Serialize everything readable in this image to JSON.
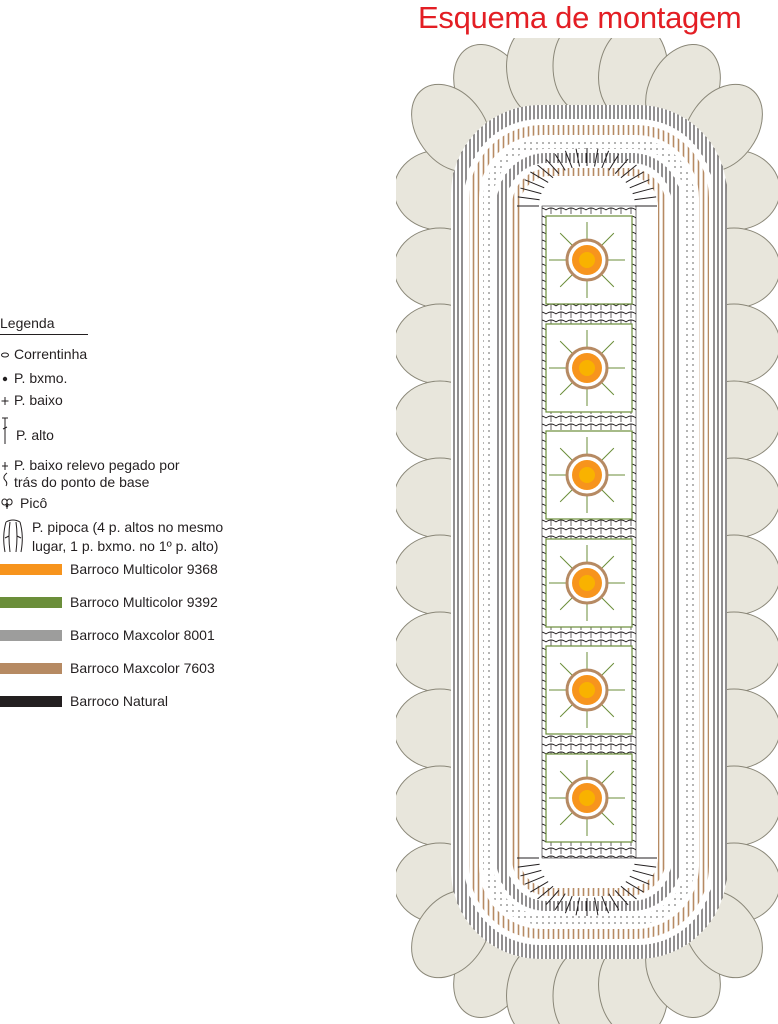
{
  "title": "Esquema de montagem",
  "legend": {
    "heading": "Legenda",
    "symbols": [
      {
        "icon": "chain-stitch-icon",
        "label": "Correntinha"
      },
      {
        "icon": "slip-stitch-icon",
        "label": "P. bxmo."
      },
      {
        "icon": "single-crochet-icon",
        "label": "P. baixo"
      },
      {
        "icon": "double-crochet-icon",
        "label": "P. alto"
      },
      {
        "icon": "relief-stitch-icon",
        "label_line1": "P. baixo relevo pegado por",
        "label_line2": "trás do ponto de base"
      },
      {
        "icon": "picot-icon",
        "label": "Picô"
      },
      {
        "icon": "popcorn-stitch-icon",
        "label_line1": "P. pipoca (4 p. altos no mesmo",
        "label_line2": "lugar, 1 p. bxmo. no 1º p. alto)"
      }
    ],
    "colors": [
      {
        "label": "Barroco Multicolor 9368",
        "color": "#f7941d"
      },
      {
        "label": "Barroco Multicolor 9392",
        "color": "#6b8e3a"
      },
      {
        "label": "Barroco Maxcolor 8001",
        "color": "#9d9d9c"
      },
      {
        "label": "Barroco Maxcolor 7603",
        "color": "#b68a63"
      },
      {
        "label": "Barroco Natural",
        "color": "#231f20"
      }
    ]
  },
  "diagram": {
    "petal_color": "#e8e6dc",
    "petal_stroke": "#8a8778",
    "flower_center_color": "#f9b200",
    "flower_petal_color": "#f7941d",
    "green_color": "#6b8e3a",
    "brown_color": "#b68a63",
    "black_color": "#231f20",
    "flower_count": 6
  }
}
